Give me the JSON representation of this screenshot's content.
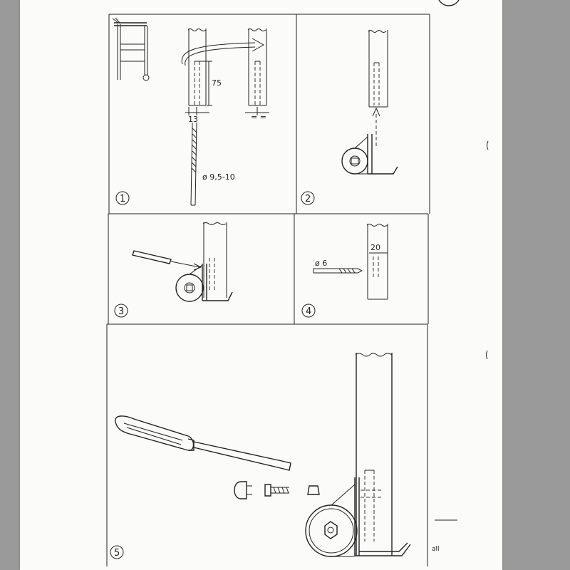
{
  "document": {
    "step_numbers": [
      "1",
      "2",
      "3",
      "4",
      "5"
    ],
    "dimensions": {
      "hole_depth": "75",
      "hole_offset": "13",
      "center_mark": "= =",
      "drill_diameter": "ø 9,5-10",
      "small_drill": "ø 6",
      "small_depth": "20"
    },
    "margin_text": "all"
  },
  "colors": {
    "viewer_bg": "#9a9a9a",
    "paper": "#fbfbfa",
    "ink": "#222222"
  }
}
